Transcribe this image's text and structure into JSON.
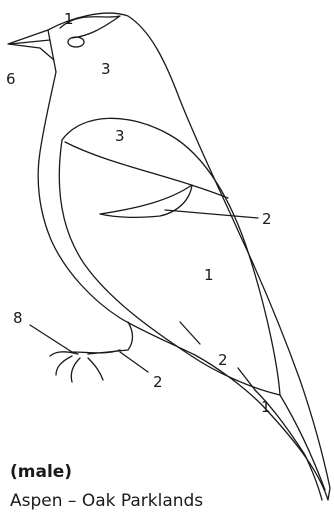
{
  "regions": {
    "crown": "1",
    "head": "3",
    "beak": "6",
    "wing_covert": "3",
    "wing_bar": "2",
    "breast": "1",
    "foot": "8",
    "leg": "2",
    "tail_band": "2",
    "tail": "1"
  },
  "caption": {
    "sex": "(male)",
    "habitat": "Aspen – Oak Parklands"
  },
  "colors": {
    "line": "#1a1a1a",
    "fill": "#ffffff"
  }
}
